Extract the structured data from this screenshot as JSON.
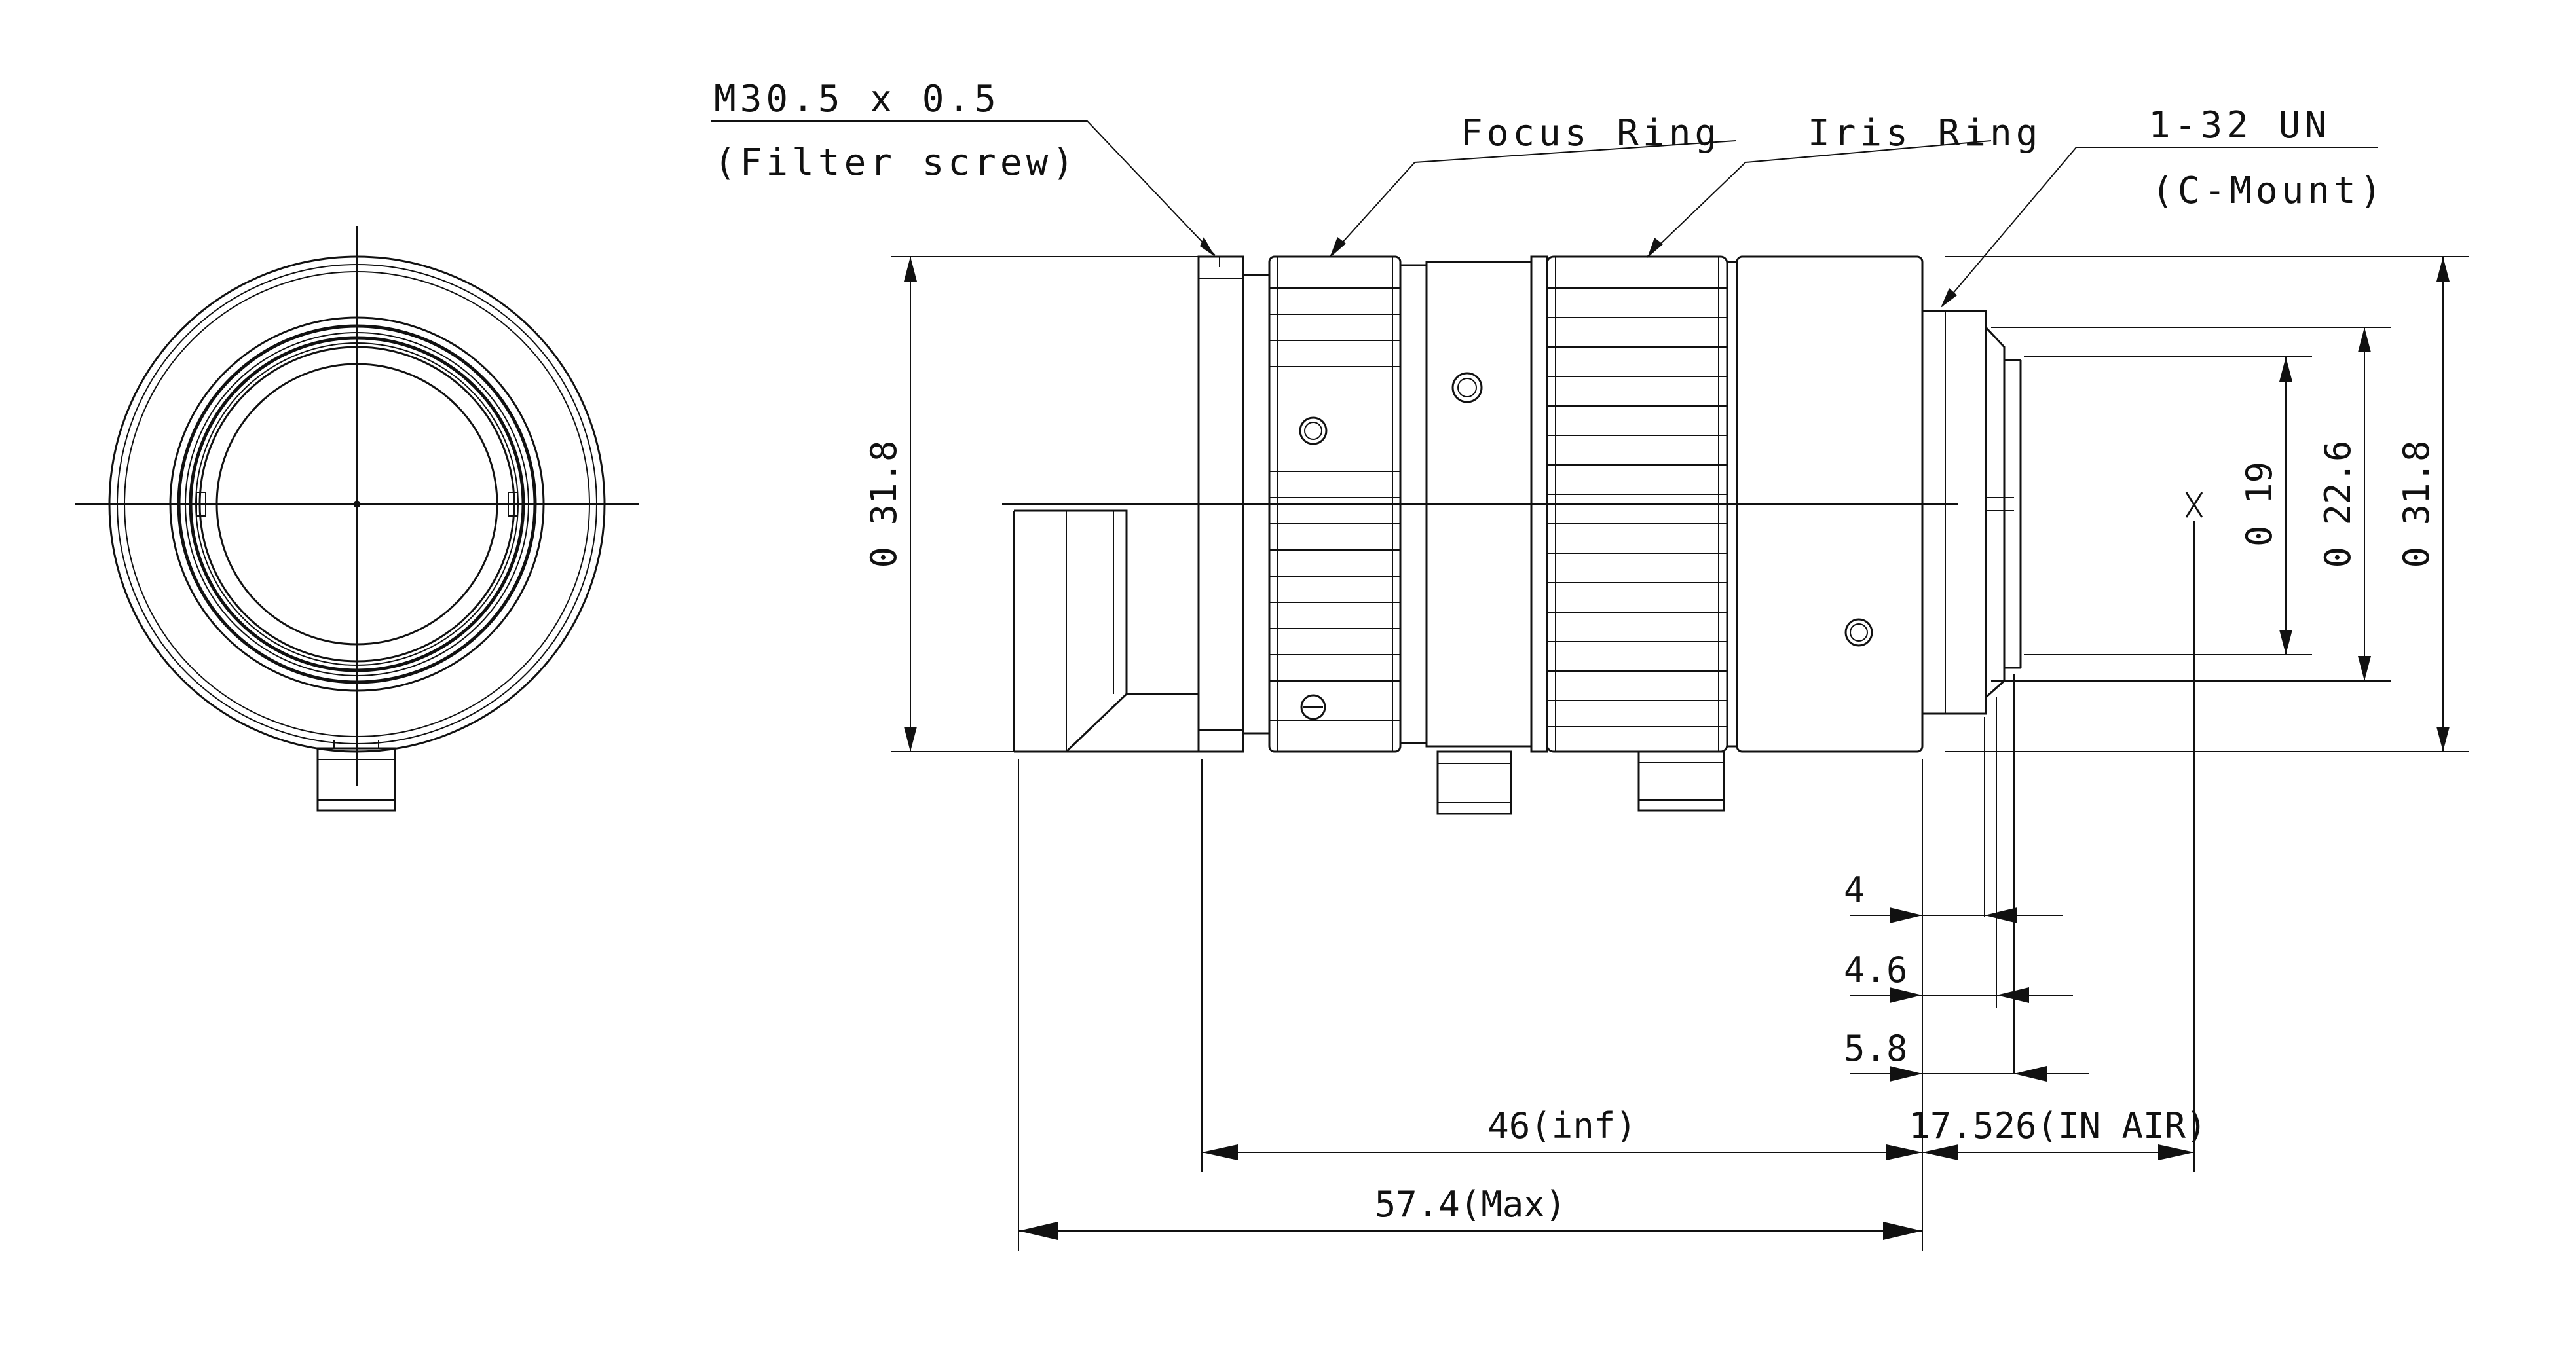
{
  "labels": {
    "filter_thread": "M30.5 x 0.5",
    "filter_note": "(Filter screw)",
    "focus_ring": "Focus Ring",
    "iris_ring": "Iris Ring",
    "mount_thread": "1-32 UN",
    "mount_note": "(C-Mount)"
  },
  "dimensions": {
    "front_dia": "0 31.8",
    "rear_dia": "0 31.8",
    "mount_dia": "0 22.6",
    "inner_dia": "0 19",
    "d4": "4",
    "d46": "4.6",
    "d58": "5.8",
    "focal_inf": "46(inf)",
    "flange_back": "17.526(IN AIR)",
    "total_max": "57.4(Max)"
  },
  "colors": {
    "line": "#111111",
    "background": "#ffffff"
  }
}
